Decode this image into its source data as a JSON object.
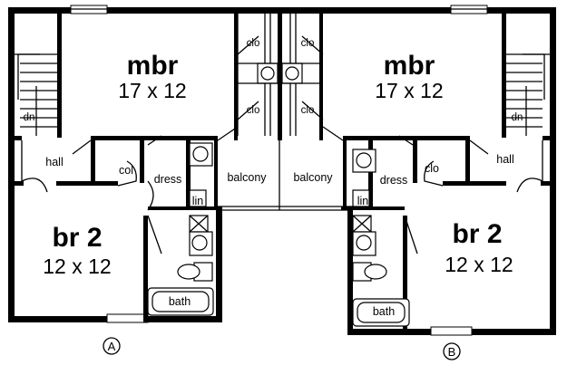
{
  "unit_a": {
    "mbr": {
      "name": "mbr",
      "size": "17 x 12"
    },
    "br2": {
      "name": "br 2",
      "size": "12 x 12"
    },
    "hall": "hall",
    "col": "col",
    "dress": "dress",
    "lin": "lin",
    "bath": "bath",
    "balcony": "balcony",
    "dn": "dn",
    "clo_upper": "clo",
    "clo_lower": "clo",
    "marker": "A"
  },
  "unit_b": {
    "mbr": {
      "name": "mbr",
      "size": "17 x 12"
    },
    "br2": {
      "name": "br 2",
      "size": "12 x 12"
    },
    "hall": "hall",
    "clo_small": "clo",
    "dress": "dress",
    "lin": "lin",
    "bath": "bath",
    "balcony": "balcony",
    "dn": "dn",
    "clo_upper": "clo",
    "clo_lower": "clo",
    "marker": "B"
  }
}
